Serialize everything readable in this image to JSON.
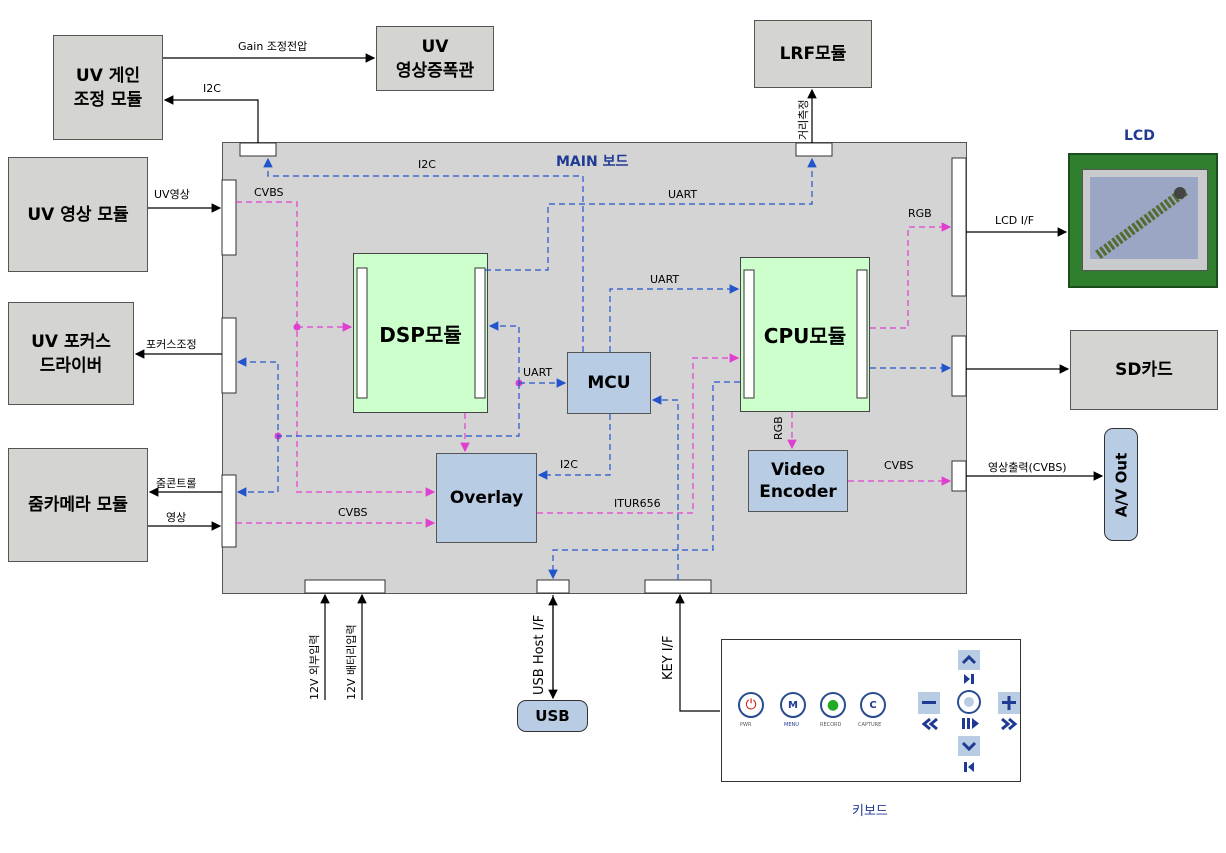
{
  "main_board": {
    "title": "MAIN 보드"
  },
  "modules": {
    "uv_gain": "UV 게인\n조정 모듈",
    "uv_tube": "UV\n영상증폭관",
    "uv_video": "UV 영상 모듈",
    "uv_focus": "UV 포커스\n드라이버",
    "zoom_camera": "줌카메라 모듈",
    "lrf": "LRF모듈",
    "sd": "SD카드",
    "dsp": "DSP모듈",
    "mcu": "MCU",
    "cpu": "CPU모듈",
    "overlay": "Overlay",
    "video_encoder": "Video\nEncoder",
    "usb": "USB",
    "av_out": "A/V Out"
  },
  "labels": {
    "gain_voltage": "Gain 조정전압",
    "i2c_gain": "I2C",
    "i2c_top": "I2C",
    "uv_video_signal": "UV영상",
    "cvbs_top": "CVBS",
    "focus_control": "포커스조정",
    "zoom_control": "줌콘트롤",
    "video": "영상",
    "cvbs_bottom": "CVBS",
    "uart_top": "UART",
    "uart_mid": "UART",
    "uart_mcu": "UART",
    "i2c_overlay": "I2C",
    "itur656": "ITUR656",
    "rgb_lcd": "RGB",
    "lcd_if": "LCD I/F",
    "rgb_cpu": "RGB",
    "cvbs_encoder": "CVBS",
    "video_out": "영상출력(CVBS)",
    "distance": "거리측정",
    "ext_power": "12V 외부입력",
    "battery": "12V 배터리입력",
    "usb_host": "USB Host I/F",
    "key_if": "KEY I/F"
  },
  "lcd": {
    "title": "LCD"
  },
  "keyboard": {
    "caption": "키보드",
    "buttons": [
      {
        "symbol": "⏻",
        "label": "PWR"
      },
      {
        "symbol": "M",
        "label": "MENU"
      },
      {
        "symbol": "●",
        "label": "RECORD"
      },
      {
        "symbol": "C",
        "label": "CAPTURE"
      }
    ]
  },
  "colors": {
    "magenta_line": "#e040d0",
    "blue_line": "#2255cc",
    "module_gray": "#d4d4d0",
    "module_green": "#ccffcc",
    "module_blue": "#b8cce4",
    "title_blue": "#1f3a93"
  }
}
